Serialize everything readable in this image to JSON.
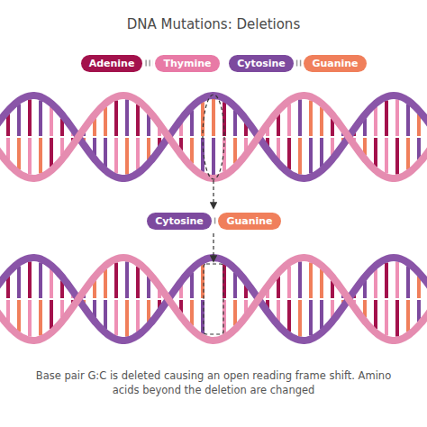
{
  "diagram": {
    "title": "DNA Mutations: Deletions",
    "caption": "Base pair G:C is deleted causing an open reading frame shift. Amino acids beyond the deletion are changed",
    "nodes": [
      {
        "text": [
          "Adenine"
        ]
      },
      {
        "text": [
          "Thymine"
        ]
      },
      {
        "text": [
          "Cytosine"
        ]
      },
      {
        "text": [
          "Guanine"
        ]
      },
      {
        "text": [
          "Cytosine"
        ]
      },
      {
        "text": [
          "Guanine"
        ]
      }
    ],
    "edges": [
      {
        "from": 0,
        "to": 1,
        "arrow": "none"
      },
      {
        "from": 2,
        "to": 3,
        "arrow": "none"
      },
      {
        "from": 4,
        "to": 5,
        "arrow": "none"
      }
    ]
  }
}
